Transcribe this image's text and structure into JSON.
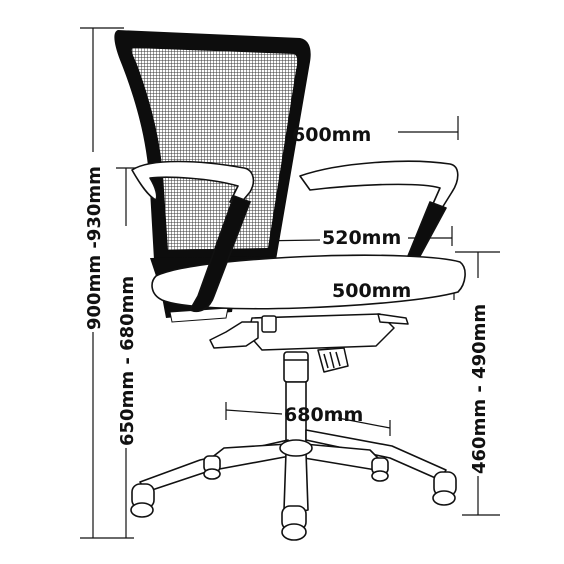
{
  "dimensions": {
    "total_height": "900mm -930mm",
    "arm_height": "650mm - 680mm",
    "seat_height": "460mm - 490mm",
    "overall_width": "600mm",
    "inner_width": "520mm",
    "seat_width": "500mm",
    "base_width": "680mm"
  },
  "colors": {
    "line": "#111111",
    "mesh": "#2a2a2a",
    "frame": "#0d0d0d"
  }
}
